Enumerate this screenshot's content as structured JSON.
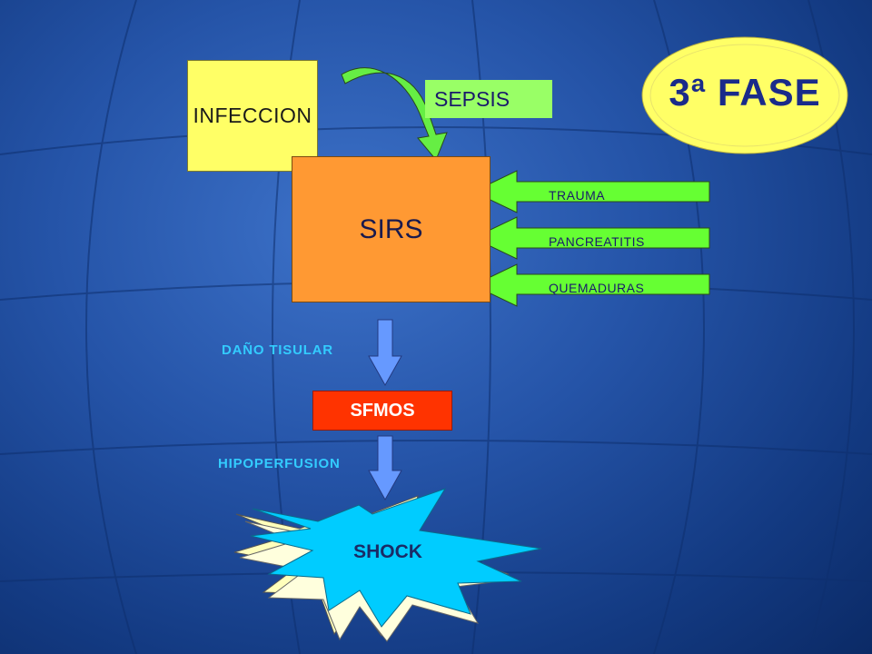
{
  "slide": {
    "phase_label": "3ª FASE",
    "infeccion": "INFECCION",
    "sepsis": "SEPSIS",
    "sirs": "SIRS",
    "causes": [
      "TRAUMA",
      "PANCREATITIS",
      "QUEMADURAS"
    ],
    "dano_tisular": "DAÑO TISULAR",
    "sfmos": "SFMOS",
    "hipoperfusion": "HIPOPERFUSION",
    "shock": "SHOCK"
  },
  "colors": {
    "infeccion_fill": "#ffff66",
    "sepsis_fill": "#99ff66",
    "sirs_fill": "#ff9933",
    "cause_arrow_fill": "#66ff33",
    "sfmos_fill": "#ff3300",
    "shock_fill": "#00ccff",
    "phase_ellipse_fill": "#ffff66",
    "flow_arrow_fill": "#6699ff"
  }
}
